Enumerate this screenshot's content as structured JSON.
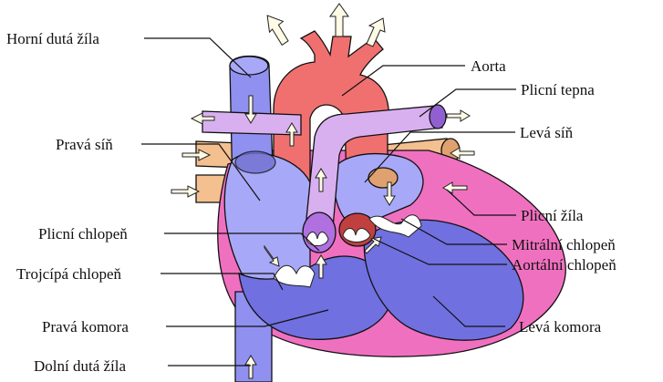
{
  "diagram": {
    "labels": {
      "superior_vena_cava": "Horní dutá žíla",
      "aorta": "Aorta",
      "pulmonary_artery": "Plicní tepna",
      "left_atrium": "Levá síň",
      "right_atrium": "Pravá síň",
      "pulmonary_veins": "Plicní žíla",
      "pulmonary_valve": "Plicní chlopeň",
      "mitral_valve": "Mitrální chlopeň",
      "tricuspid_valve": "Trojcípá chlopeň",
      "aortic_valve": "Aortální chlopeň",
      "right_ventricle": "Pravá komora",
      "left_ventricle": "Levá komora",
      "inferior_vena_cava": "Dolní dutá žíla"
    },
    "colors": {
      "aorta": "#f07070",
      "pulmonary_artery": "#d8b0f0",
      "vena_cava": "#9090f0",
      "pulmonary_veins": "#f4c090",
      "pericardium": "#f070c0",
      "right_chambers": "#a8a8f8",
      "right_ventricle": "#7070e0",
      "left_atrium": "#a8a8f8",
      "left_ventricle": "#7070e0",
      "valves": "#ffffff",
      "flow_arrows": "#fffbe6"
    }
  }
}
